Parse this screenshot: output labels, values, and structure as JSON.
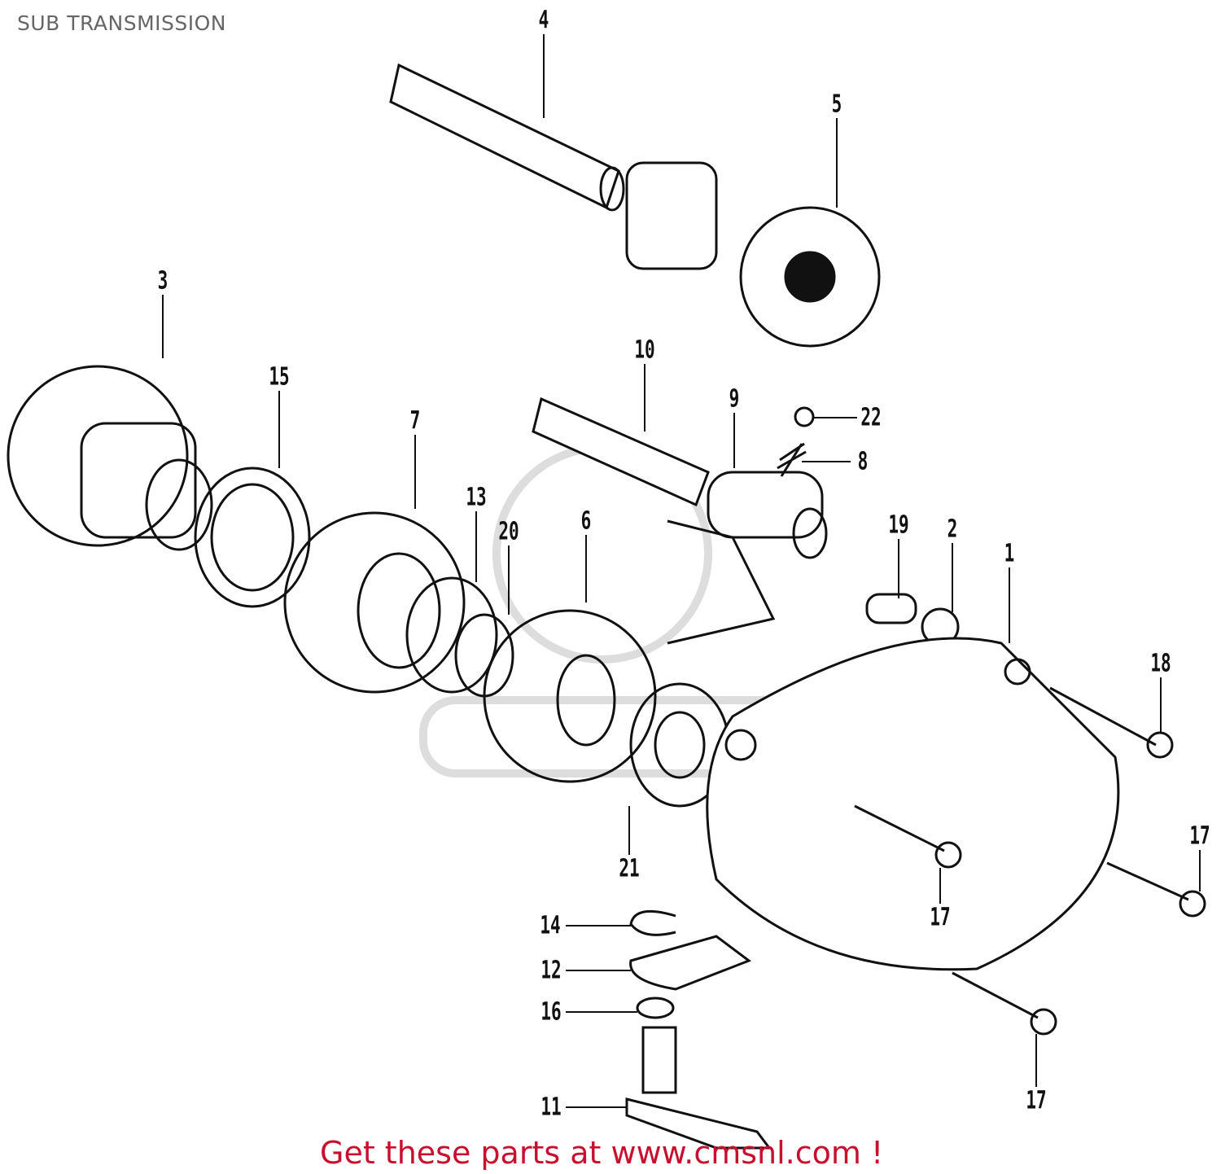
{
  "title": "SUB TRANSMISSION",
  "footer": "Get these parts at www.cmsnl.com !",
  "callouts": [
    "4",
    "5",
    "3",
    "15",
    "10",
    "9",
    "22",
    "8",
    "7",
    "13",
    "20",
    "6",
    "19",
    "2",
    "1",
    "18",
    "17",
    "17",
    "21",
    "14",
    "12",
    "16",
    "11",
    "17"
  ],
  "colors": {
    "title": "#666666",
    "footer": "#c8102e",
    "ink": "#111111"
  }
}
